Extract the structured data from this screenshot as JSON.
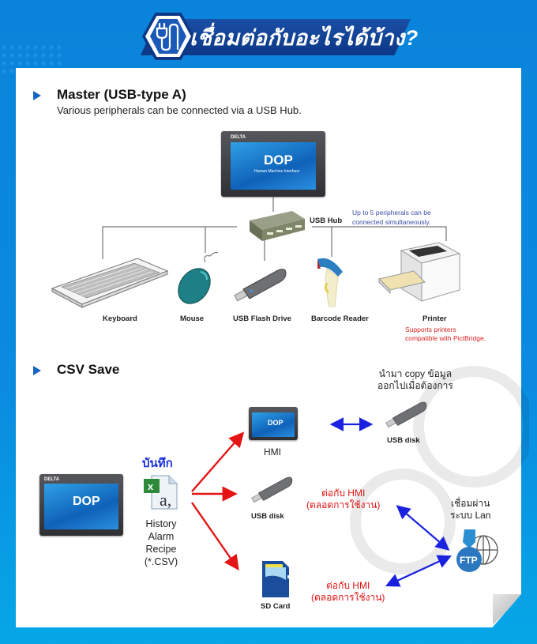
{
  "header": {
    "title": "เชื่อมต่อกับอะไรได้บ้าง?",
    "icon": "plug-icon"
  },
  "section_usb": {
    "heading": "Master (USB-type A)",
    "subtitle": "Various peripherals can be connected via a USB Hub.",
    "hmi_brand": "DELTA",
    "hmi_screen_text": "DOP",
    "hmi_screen_sub": "Human Machine Interface",
    "hub_label": "USB Hub",
    "hub_note": [
      "Up to 5 peripherals can be",
      "connected simultaneously."
    ],
    "devices": [
      {
        "label": "Keyboard",
        "icon": "keyboard-icon"
      },
      {
        "label": "Mouse",
        "icon": "mouse-icon"
      },
      {
        "label": "USB Flash Drive",
        "icon": "usb-flash-drive-icon"
      },
      {
        "label": "Barcode Reader",
        "icon": "barcode-reader-icon"
      },
      {
        "label": "Printer",
        "icon": "printer-icon"
      }
    ],
    "printer_note": [
      "Supports printers",
      "compatible with PictBridge."
    ]
  },
  "section_csv": {
    "heading": "CSV Save",
    "save_label": "บันทึก",
    "file_types": [
      "History",
      "Alarm",
      "Recipe",
      "(*.CSV)"
    ],
    "targets": {
      "hmi": "HMI",
      "usb_disk": "USB disk",
      "sd_card": "SD Card",
      "usb_disk_copy": "USB disk"
    },
    "copy_note": [
      "นำมา copy ข้อมูล",
      "ออกไปเมื่อต้องการ"
    ],
    "connect_note_usb": [
      "ต่อกับ HMI",
      "(ตลอดการใช้งาน)"
    ],
    "connect_note_sd": [
      "ต่อกับ HMI",
      "(ตลอดการใช้งาน)"
    ],
    "lan_note": [
      "เชื่อมผ่าน",
      "ระบบ Lan"
    ],
    "ftp_label": "FTP"
  },
  "colors": {
    "background": "#0b86da",
    "banner": "#0c3786",
    "arrow_red": "#e41414",
    "arrow_blue": "#1a22e0",
    "note_red": "#d22222",
    "note_blue": "#3a4ea8"
  }
}
